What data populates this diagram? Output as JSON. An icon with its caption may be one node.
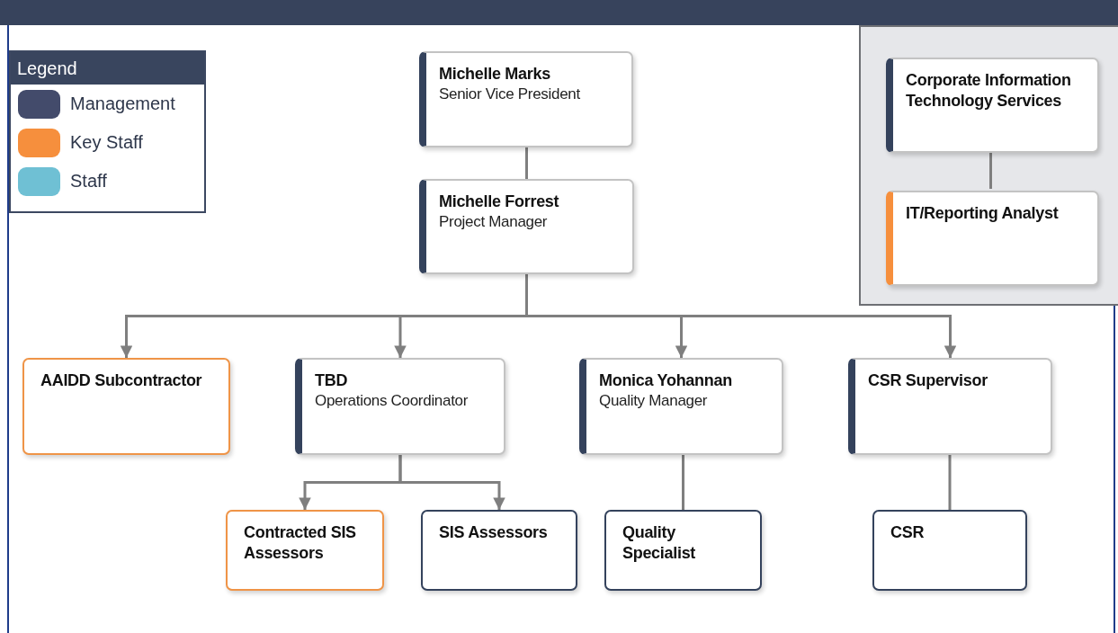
{
  "diagram": {
    "nodes": [
      {
        "text": [
          "Michelle Marks",
          "Senior Vice President"
        ]
      },
      {
        "text": [
          "Michelle Forrest",
          "Project Manager"
        ]
      },
      {
        "text": [
          "AAIDD Subcontractor"
        ]
      },
      {
        "text": [
          "TBD",
          "Operations Coordinator"
        ]
      },
      {
        "text": [
          "Monica Yohannan",
          "Quality Manager"
        ]
      },
      {
        "text": [
          "CSR Supervisor"
        ]
      },
      {
        "text": [
          "Contracted SIS Assessors"
        ]
      },
      {
        "text": [
          "SIS Assessors"
        ]
      },
      {
        "text": [
          "Quality Specialist"
        ]
      },
      {
        "text": [
          "CSR"
        ]
      },
      {
        "text": [],
        "shape": "box"
      },
      {
        "text": [
          "Corporate Information Technology Services"
        ],
        "in": 10
      },
      {
        "text": [
          "IT/Reporting Analyst"
        ],
        "in": 10
      }
    ],
    "edges": [
      {
        "from": 0,
        "to": 1,
        "arrow": "none"
      },
      {
        "from": 1,
        "to": 2,
        "arrow": "to"
      },
      {
        "from": 1,
        "to": 3,
        "arrow": "to"
      },
      {
        "from": 1,
        "to": 4,
        "arrow": "to"
      },
      {
        "from": 1,
        "to": 5,
        "arrow": "to"
      },
      {
        "from": 3,
        "to": 6,
        "arrow": "to"
      },
      {
        "from": 3,
        "to": 7,
        "arrow": "to"
      },
      {
        "from": 4,
        "to": 8,
        "arrow": "none"
      },
      {
        "from": 5,
        "to": 9,
        "arrow": "none"
      },
      {
        "from": 11,
        "to": 12,
        "arrow": "none"
      }
    ],
    "labels": [
      "Legend"
    ],
    "legend": [
      {
        "text": "Management",
        "color": "#434b6b"
      },
      {
        "text": "Key Staff",
        "color": "#f68f3d"
      },
      {
        "text": "Staff",
        "color": "#6fc0d4"
      }
    ]
  }
}
